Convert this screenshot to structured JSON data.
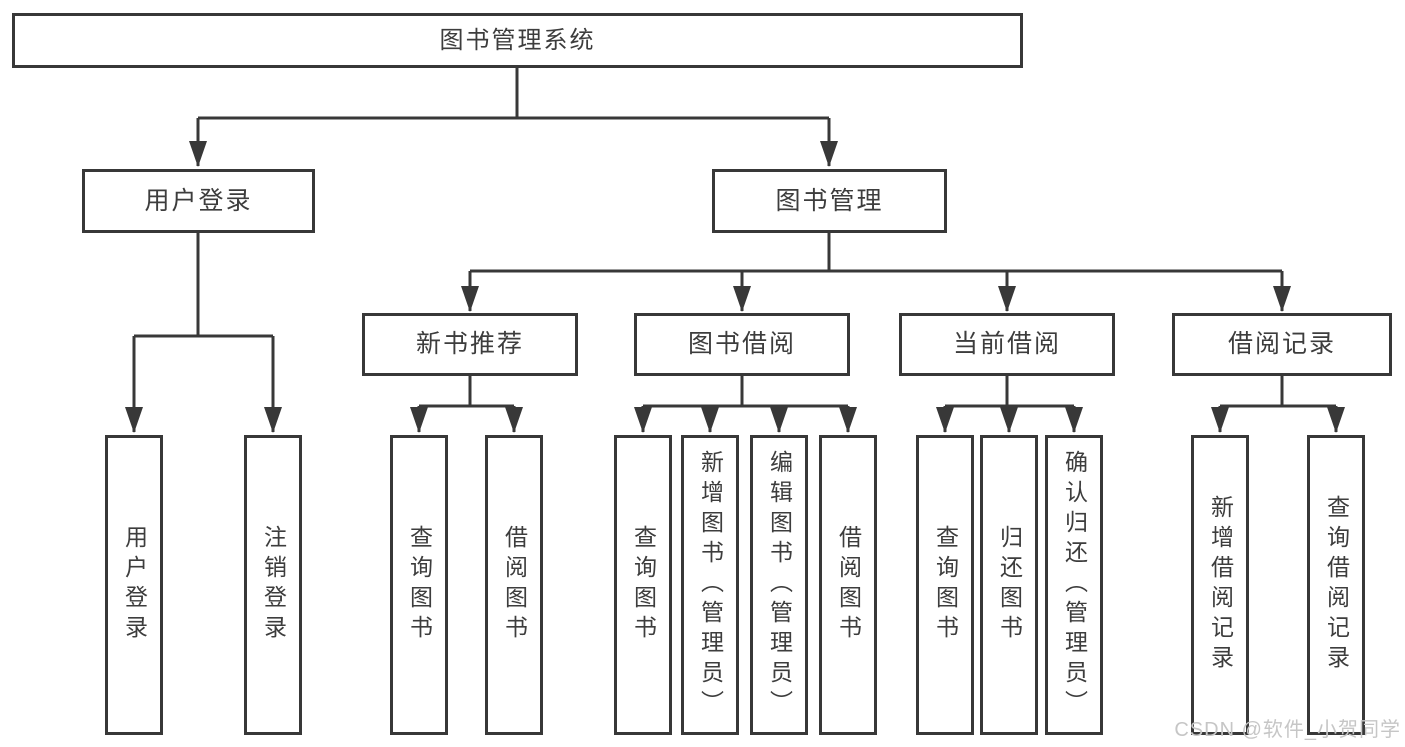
{
  "diagram": {
    "root": {
      "label": "图书管理系统"
    },
    "branches": [
      {
        "label": "用户登录",
        "children": [
          {
            "label": "用户登录"
          },
          {
            "label": "注销登录"
          }
        ]
      },
      {
        "label": "图书管理",
        "children": [
          {
            "label": "新书推荐",
            "children": [
              {
                "label": "查询图书"
              },
              {
                "label": "借阅图书"
              }
            ]
          },
          {
            "label": "图书借阅",
            "children": [
              {
                "label": "查询图书"
              },
              {
                "label": "新增图书（管理员）"
              },
              {
                "label": "编辑图书（管理员）"
              },
              {
                "label": "借阅图书"
              }
            ]
          },
          {
            "label": "当前借阅",
            "children": [
              {
                "label": "查询图书"
              },
              {
                "label": "归还图书"
              },
              {
                "label": "确认归还（管理员）"
              }
            ]
          },
          {
            "label": "借阅记录",
            "children": [
              {
                "label": "新增借阅记录"
              },
              {
                "label": "查询借阅记录"
              }
            ]
          }
        ]
      }
    ]
  },
  "watermark": {
    "text": "CSDN @软件_小贺同学"
  },
  "colors": {
    "line": "#383838",
    "box_border": "#383838",
    "text": "#3d3d3d",
    "watermark": "#c6c6c6",
    "background": "#ffffff"
  }
}
